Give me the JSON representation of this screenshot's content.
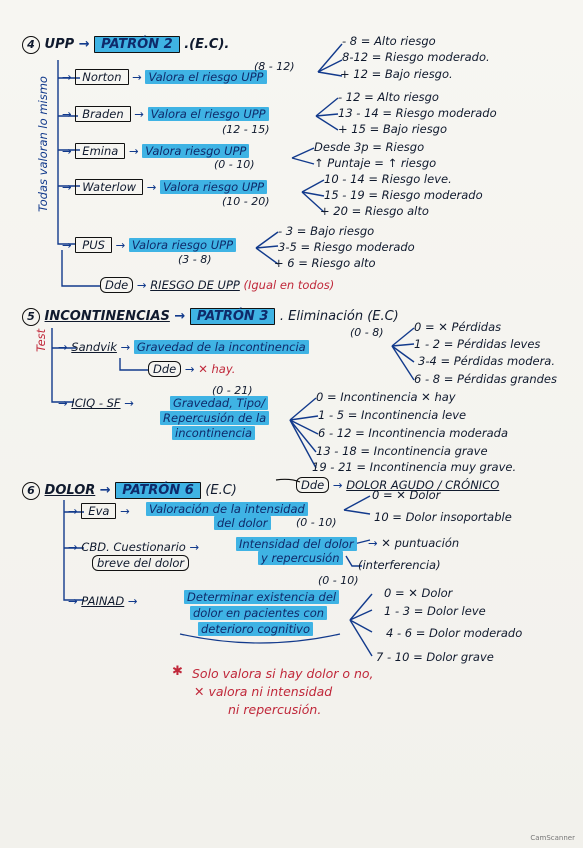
{
  "s1": {
    "num": "4",
    "title": "UPP",
    "patron": "PATRÓN 2",
    "ec": ".(E.C).",
    "side": "Todas valoran lo mismo",
    "norton": {
      "name": "Norton",
      "text": "Valora el riesgo UPP",
      "range": "(8 - 12)",
      "o1": "- 8 = Alto riesgo",
      "o2": "8-12 = Riesgo moderado.",
      "o3": "+ 12 = Bajo riesgo."
    },
    "braden": {
      "name": "Braden",
      "text": "Valora el riesgo UPP",
      "range": "(12 - 15)",
      "o1": "- 12 = Alto riesgo",
      "o2": "13 - 14 = Riesgo moderado",
      "o3": "+ 15 = Bajo riesgo"
    },
    "emina": {
      "name": "Emina",
      "text": "Valora riesgo UPP",
      "range": "(0 - 10)",
      "o1": "Desde 3p = Riesgo",
      "o2": "↑ Puntaje = ↑ riesgo"
    },
    "waterlow": {
      "name": "Waterlow",
      "text": "Valora riesgo UPP",
      "range": "(10 - 20)",
      "o1": "10 - 14 = Riesgo leve.",
      "o2": "15 - 19 = Riesgo moderado",
      "o3": "+ 20 = Riesgo alto"
    },
    "pus": {
      "name": "PUS",
      "text": "Valora riesgo UPP",
      "range": "(3 - 8)",
      "o1": "- 3 = Bajo riesgo",
      "o2": "3-5 = Riesgo moderado",
      "o3": "+ 6 = Riesgo alto"
    },
    "dde": {
      "label": "Dde",
      "text": "RIESGO DE UPP",
      "note": "(Igual en todos)"
    }
  },
  "s2": {
    "num": "5",
    "title": "INCONTINENCIAS",
    "patron": "PATRÓN 3",
    "rest": ". Eliminación (E.C)",
    "side": "Test",
    "sandvik": {
      "name": "Sandvik",
      "text": "Gravedad de la incontinencia",
      "range": "(0 - 8)",
      "o1": "0 = ✕ Pérdidas",
      "o2": "1 - 2 = Pérdidas leves",
      "o3": "3-4 = Pérdidas modera.",
      "o4": "6 - 8 = Pérdidas grandes"
    },
    "dde": {
      "label": "Dde",
      "text": "✕ hay."
    },
    "iciq": {
      "name": "ICIQ - SF",
      "range": "(0 - 21)",
      "t1": "Gravedad, Tipo/",
      "t2": "Repercusión de la",
      "t3": "incontinencia",
      "o1": "0 = Incontinencia ✕ hay",
      "o2": "1 - 5 = Incontinencia leve",
      "o3": "6 - 12 = Incontinencia moderada",
      "o4": "13 - 18 = Incontinencia grave",
      "o5": "19 - 21 = Incontinencia muy grave."
    }
  },
  "s3": {
    "num": "6",
    "title": "DOLOR",
    "patron": "PATRÓN 6",
    "ec": "(E.C)",
    "dde": "Dde",
    "ddeText": "DOLOR AGUDO / CRÓNICO",
    "eva": {
      "name": "Eva",
      "t1": "Valoración de la intensidad",
      "t2": "del dolor",
      "range": "(0 - 10)",
      "o1": "0 = ✕ Dolor",
      "o2": "10 = Dolor insoportable"
    },
    "cbd": {
      "name": "CBD. Cuestionario",
      "name2": "breve del dolor",
      "t1": "Intensidad del dolor",
      "t2": "y repercusión",
      "o1": "✕ puntuación",
      "o2": "(interferencia)"
    },
    "painad": {
      "name": "PAINAD",
      "range": "(0 - 10)",
      "t1": "Determinar existencia del",
      "t2": "dolor en pacientes con",
      "t3": "deterioro cognitivo",
      "o1": "0 = ✕ Dolor",
      "o2": "1 - 3 = Dolor leve",
      "o3": "4 - 6 = Dolor moderado",
      "o4": "7 - 10 = Dolor grave"
    },
    "note1": "Solo valora si hay dolor o no,",
    "note2": "✕ valora ni intensidad",
    "note3": "ni repercusión."
  },
  "footer": "CamScanner"
}
